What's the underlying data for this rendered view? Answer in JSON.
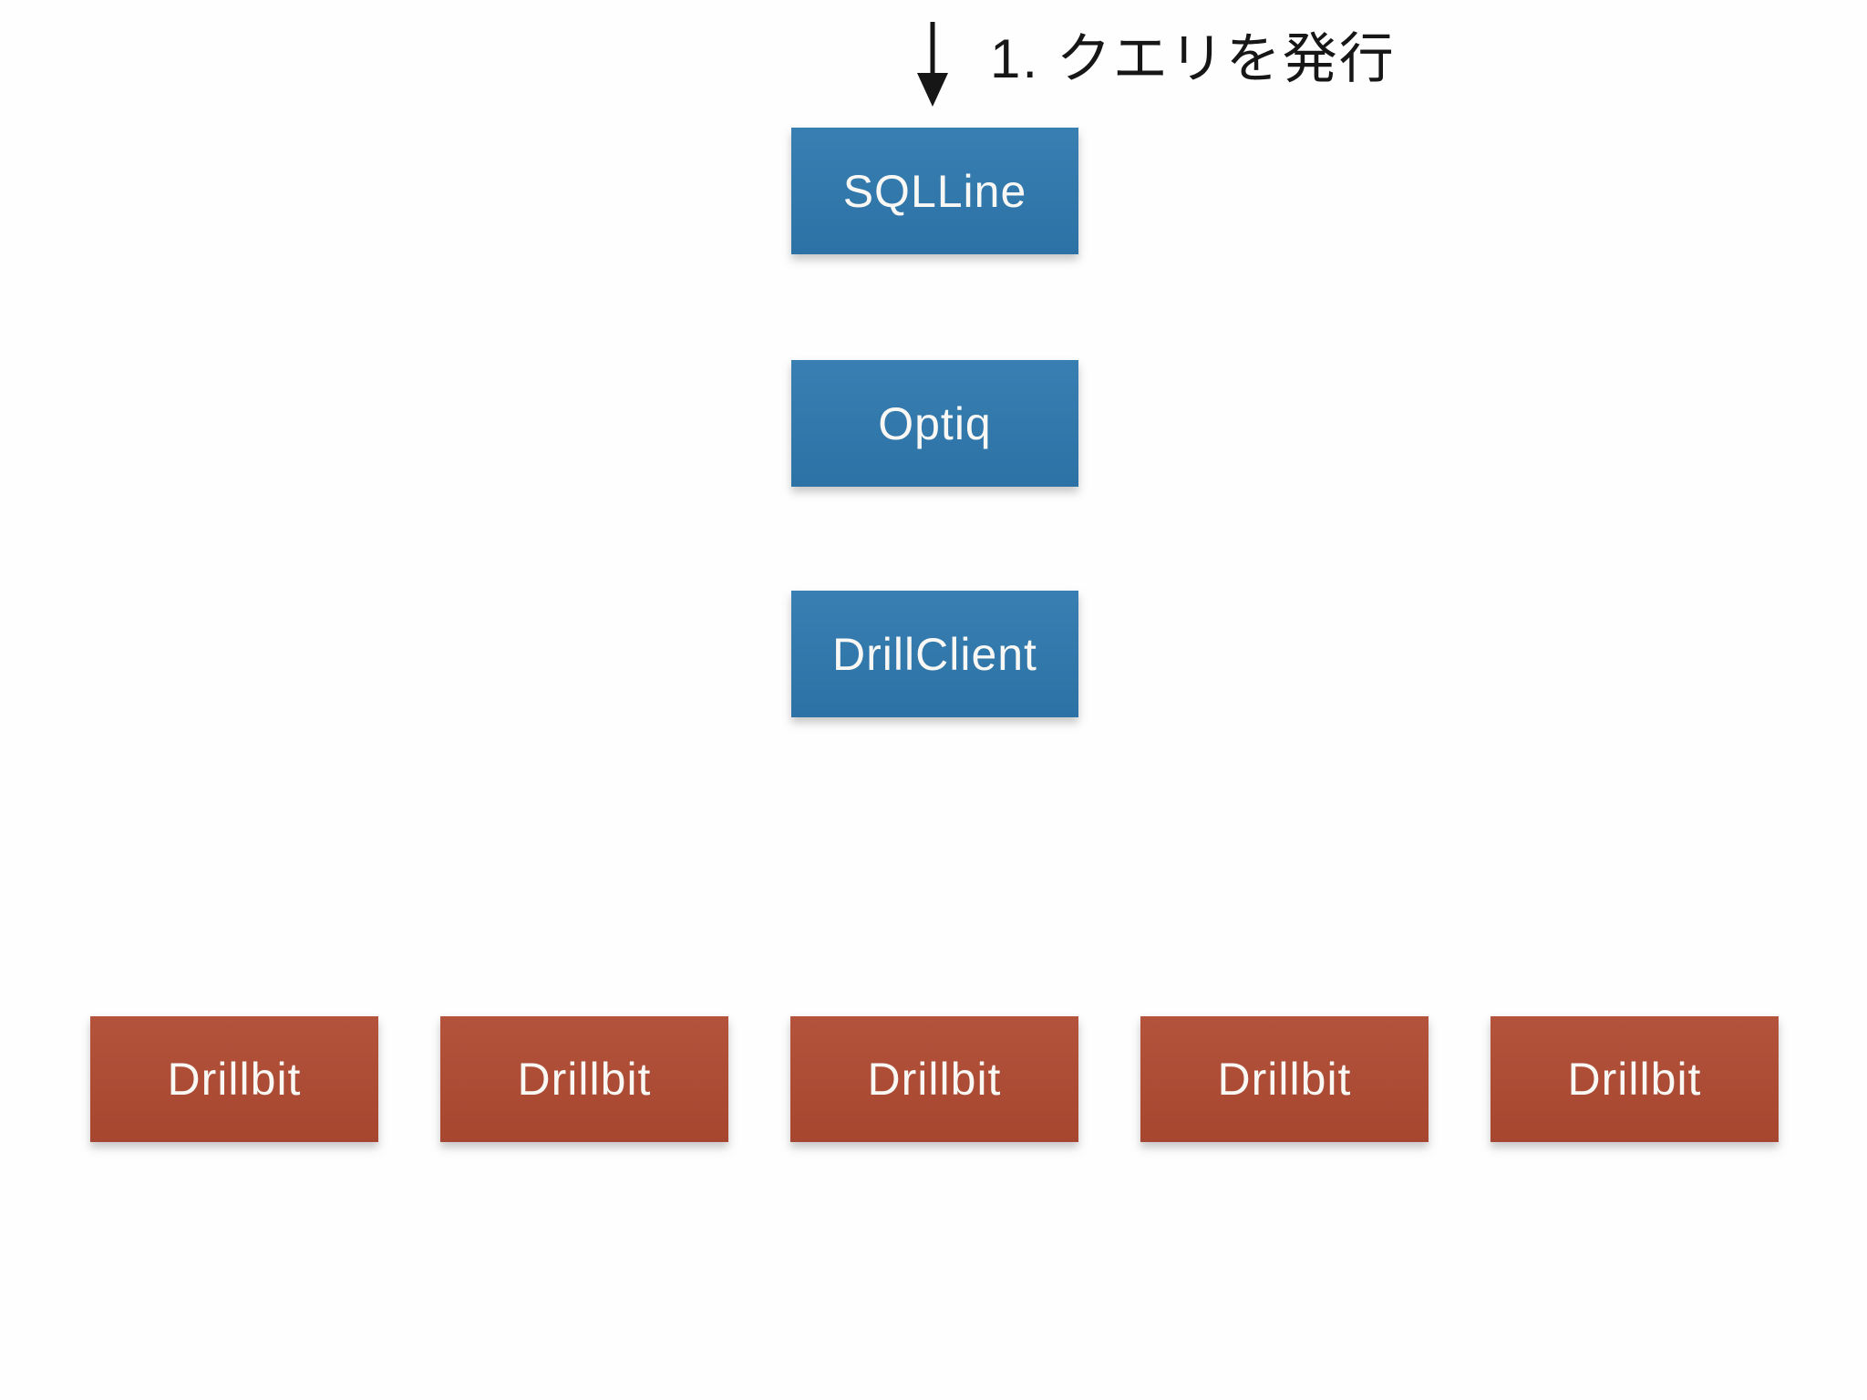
{
  "colors": {
    "background": "#fefefe",
    "client_box": "#2e78ae",
    "drillbit_box": "#b04a32",
    "box_text": "#faf8f5",
    "ink": "#161616"
  },
  "annotation": {
    "label": "1. クエリを発行",
    "arrow_icon": "down-arrow"
  },
  "client_stack": {
    "nodes": [
      {
        "id": "sqlline",
        "label": "SQLLine"
      },
      {
        "id": "optiq",
        "label": "Optiq"
      },
      {
        "id": "drillclient",
        "label": "DrillClient"
      }
    ]
  },
  "drillbit_cluster": {
    "nodes": [
      {
        "id": "drillbit-1",
        "label": "Drillbit"
      },
      {
        "id": "drillbit-2",
        "label": "Drillbit"
      },
      {
        "id": "drillbit-3",
        "label": "Drillbit"
      },
      {
        "id": "drillbit-4",
        "label": "Drillbit"
      },
      {
        "id": "drillbit-5",
        "label": "Drillbit"
      }
    ]
  }
}
